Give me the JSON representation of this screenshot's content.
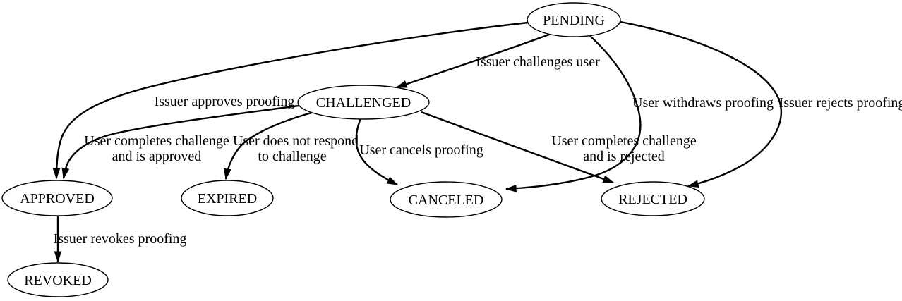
{
  "diagram": {
    "type": "state-machine",
    "colors": {
      "background": "#ffffff",
      "node_fill": "#ffffff",
      "stroke": "#000000",
      "text": "#000000"
    },
    "nodes": [
      {
        "id": "pending",
        "label": "PENDING"
      },
      {
        "id": "challenged",
        "label": "CHALLENGED"
      },
      {
        "id": "approved",
        "label": "APPROVED"
      },
      {
        "id": "expired",
        "label": "EXPIRED"
      },
      {
        "id": "canceled",
        "label": "CANCELED"
      },
      {
        "id": "rejected",
        "label": "REJECTED"
      },
      {
        "id": "revoked",
        "label": "REVOKED"
      }
    ],
    "edges": [
      {
        "from": "pending",
        "to": "challenged",
        "lines": [
          "Issuer challenges user"
        ]
      },
      {
        "from": "pending",
        "to": "approved",
        "lines": [
          "Issuer approves proofing"
        ]
      },
      {
        "from": "challenged",
        "to": "approved",
        "lines": [
          "User completes challenge",
          "and is approved"
        ]
      },
      {
        "from": "challenged",
        "to": "expired",
        "lines": [
          "User does not respond",
          "to challenge"
        ]
      },
      {
        "from": "challenged",
        "to": "canceled",
        "lines": [
          "User cancels proofing"
        ]
      },
      {
        "from": "challenged",
        "to": "rejected",
        "lines": [
          "User completes challenge",
          "and is rejected"
        ]
      },
      {
        "from": "pending",
        "to": "canceled",
        "lines": [
          "User withdraws proofing"
        ]
      },
      {
        "from": "pending",
        "to": "rejected",
        "lines": [
          "Issuer rejects proofing"
        ]
      },
      {
        "from": "approved",
        "to": "revoked",
        "lines": [
          "Issuer revokes proofing"
        ]
      }
    ]
  }
}
